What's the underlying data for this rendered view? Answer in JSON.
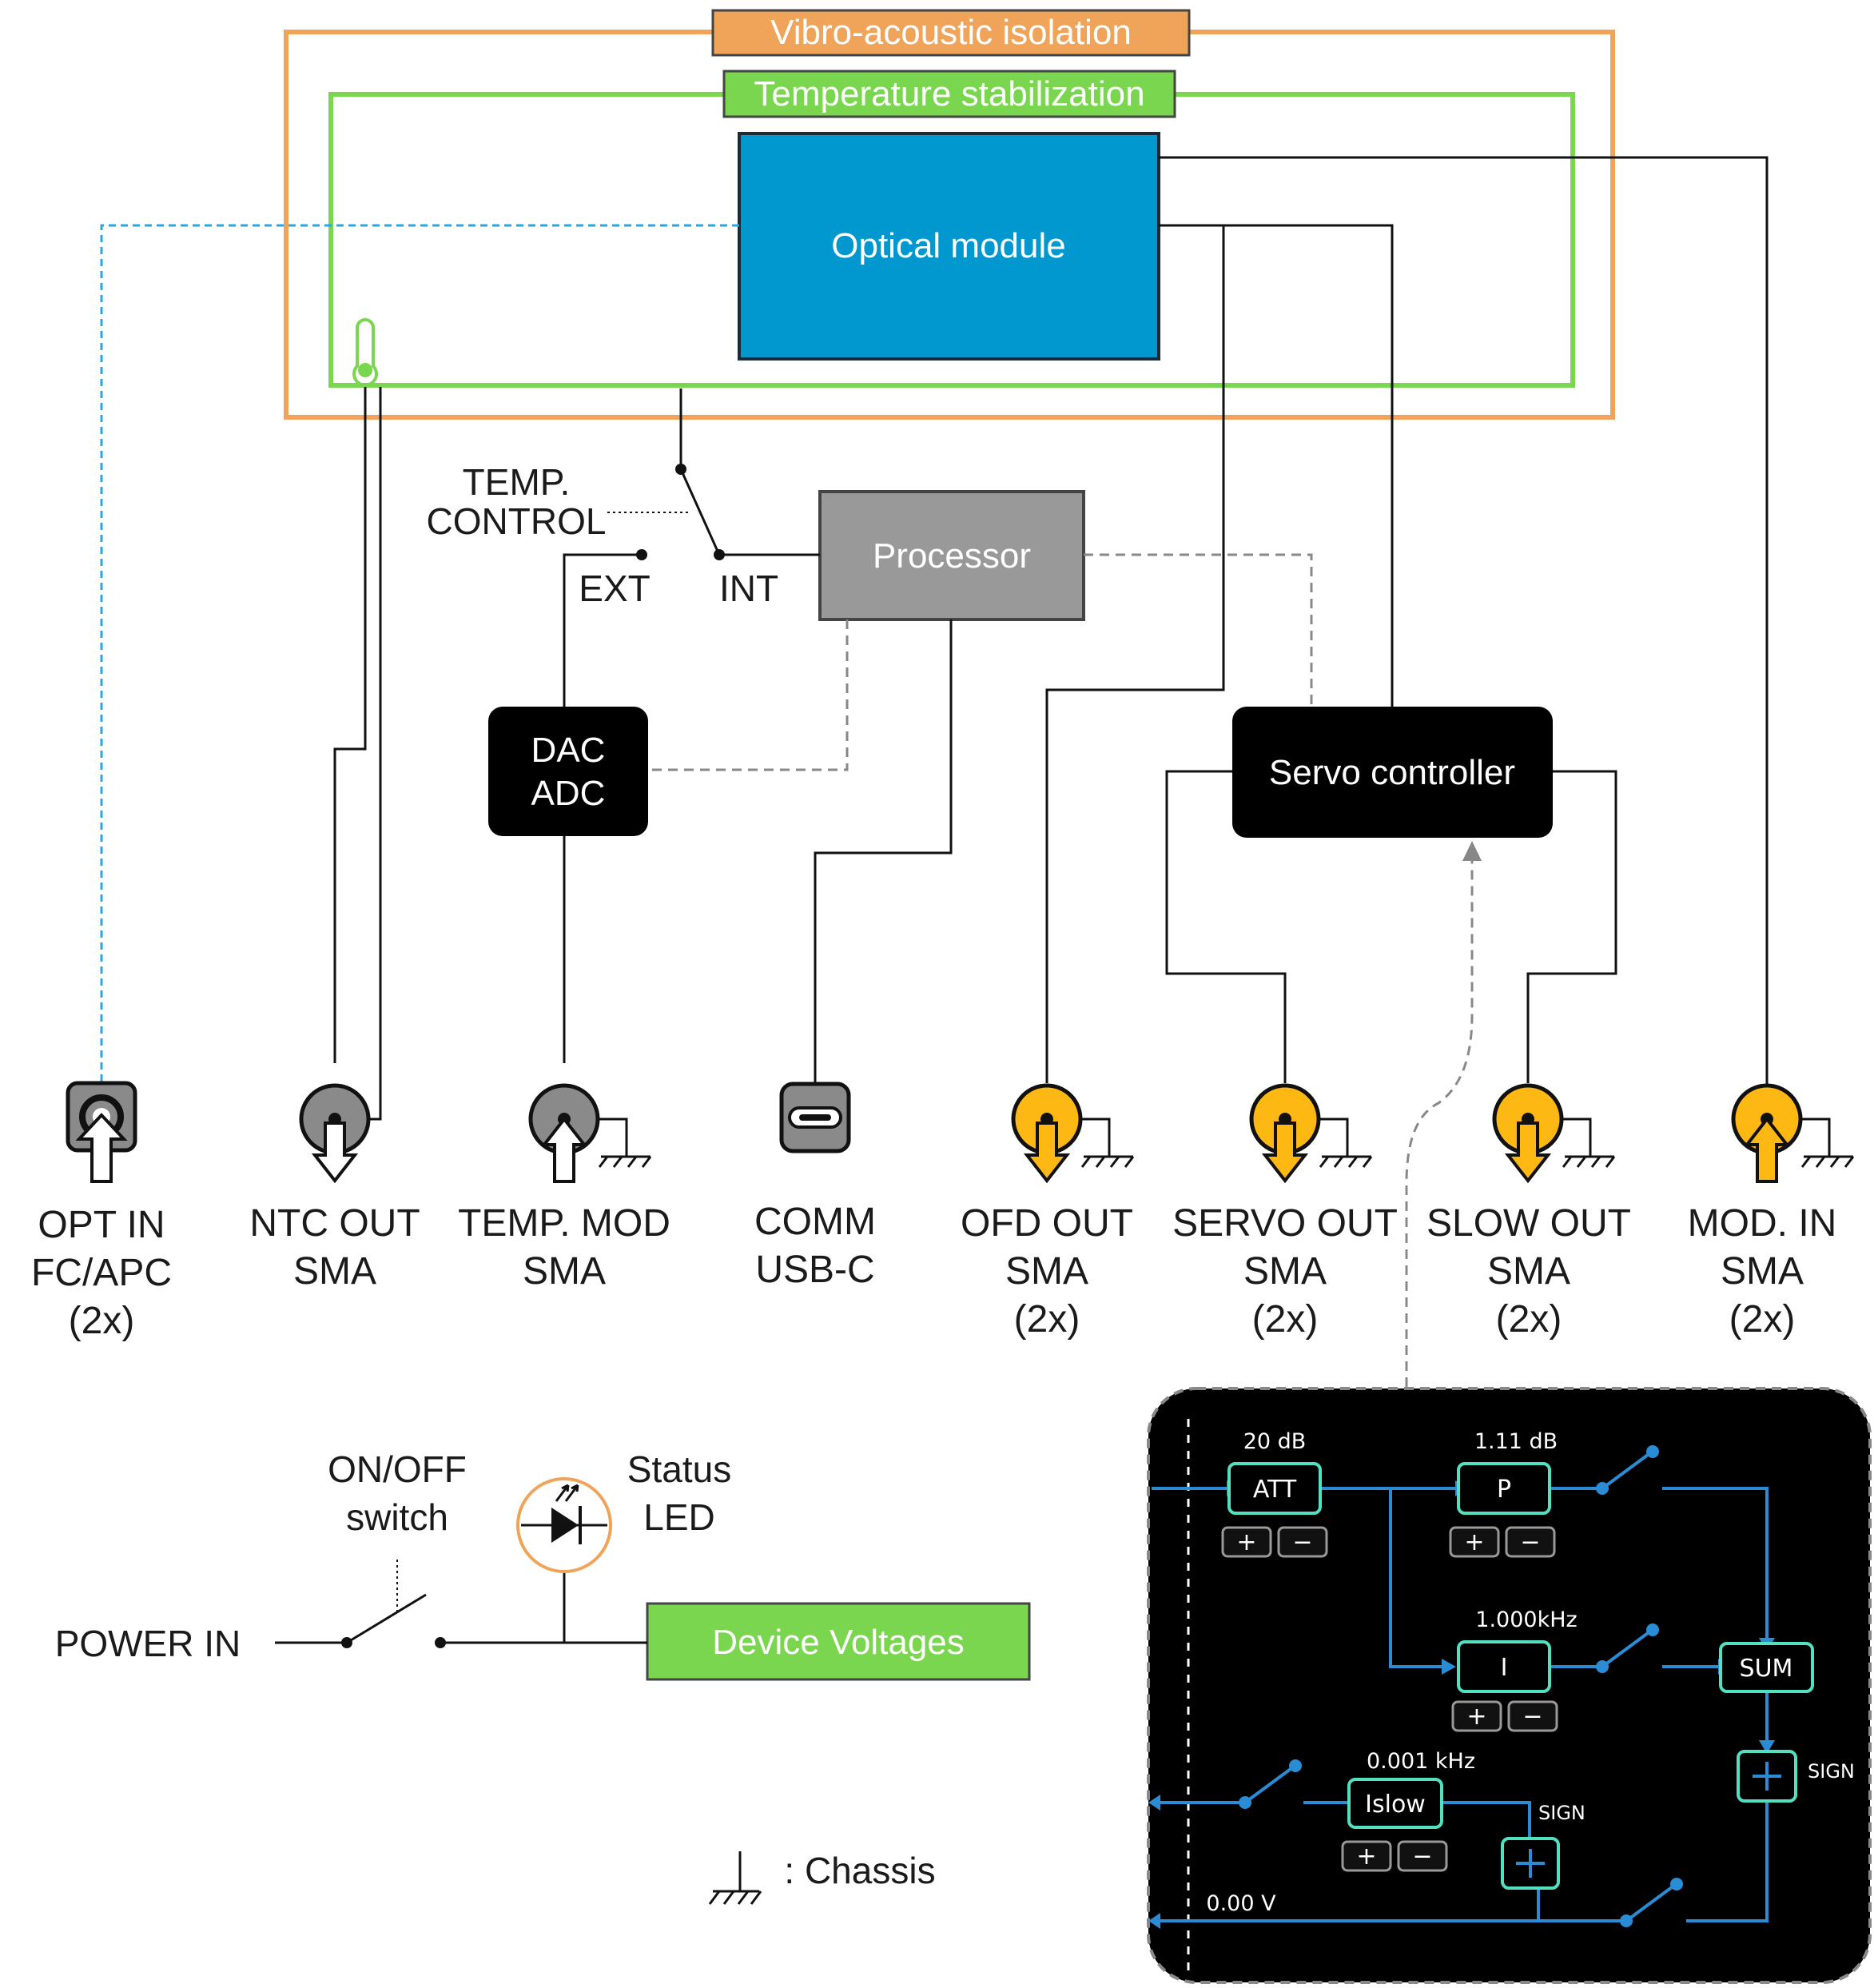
{
  "enclosures": {
    "vibro_label": "Vibro-acoustic isolation",
    "temp_label": "Temperature stabilization"
  },
  "blocks": {
    "optical_module": "Optical module",
    "processor": "Processor",
    "dac": "DAC",
    "adc": "ADC",
    "servo_controller": "Servo controller",
    "device_voltages": "Device Voltages"
  },
  "switch": {
    "temp_line1": "TEMP.",
    "temp_line2": "CONTROL",
    "ext": "EXT",
    "int": "INT"
  },
  "ports": [
    {
      "lines": [
        "OPT IN",
        "FC/APC",
        "(2x)"
      ]
    },
    {
      "lines": [
        "NTC OUT",
        "SMA"
      ]
    },
    {
      "lines": [
        "TEMP. MOD",
        "SMA"
      ]
    },
    {
      "lines": [
        "COMM",
        "USB-C"
      ]
    },
    {
      "lines": [
        "OFD OUT",
        "SMA",
        "(2x)"
      ]
    },
    {
      "lines": [
        "SERVO OUT",
        "SMA",
        "(2x)"
      ]
    },
    {
      "lines": [
        "SLOW OUT",
        "SMA",
        "(2x)"
      ]
    },
    {
      "lines": [
        "MOD. IN",
        "SMA",
        "(2x)"
      ]
    }
  ],
  "power": {
    "power_in": "POWER IN",
    "onoff_line1": "ON/OFF",
    "onoff_line2": "switch",
    "led_line1": "Status",
    "led_line2": "LED"
  },
  "legend": {
    "chassis": ": Chassis"
  },
  "servo_panel": {
    "att_label": "ATT",
    "att_value": "20 dB",
    "p_label": "P",
    "p_value": "1.11 dB",
    "i_label": "I",
    "i_value": "1.000kHz",
    "sum_label": "SUM",
    "sign_top": "SIGN",
    "islow_label": "Islow",
    "islow_value": "0.001 kHz",
    "sign_bottom": "SIGN",
    "voltage": "0.00 V",
    "plus": "+",
    "minus": "−"
  },
  "colors": {
    "vibro": "#EFA45A",
    "temp": "#7AD64E",
    "optical": "#0098CE",
    "processor": "#999999",
    "black_block": "#000000",
    "sma_gold": "#FDB813",
    "sma_gray": "#8A8A8A",
    "fiber": "#2AA7E0",
    "panel_teal": "#53E0C0",
    "panel_blue": "#2B8CD6"
  }
}
